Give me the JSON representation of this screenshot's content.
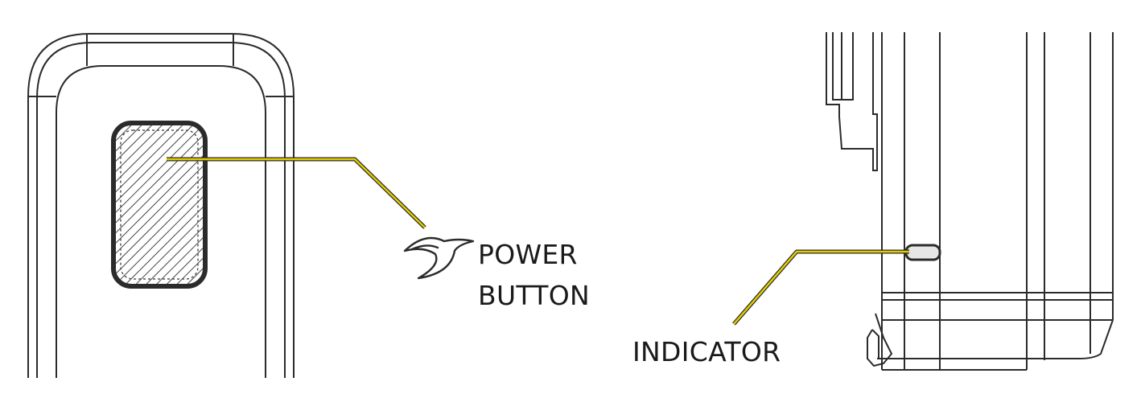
{
  "callouts": {
    "power_button": {
      "line1": "POWER",
      "line2": "BUTTON"
    },
    "indicator": {
      "label": "INDICATOR"
    }
  },
  "colors": {
    "outline": "#2b2b2b",
    "leader_line": "#d4c300",
    "button_fill": "#e6e6e6"
  },
  "icons": {
    "power_button_symbol": "swoosh-icon"
  }
}
